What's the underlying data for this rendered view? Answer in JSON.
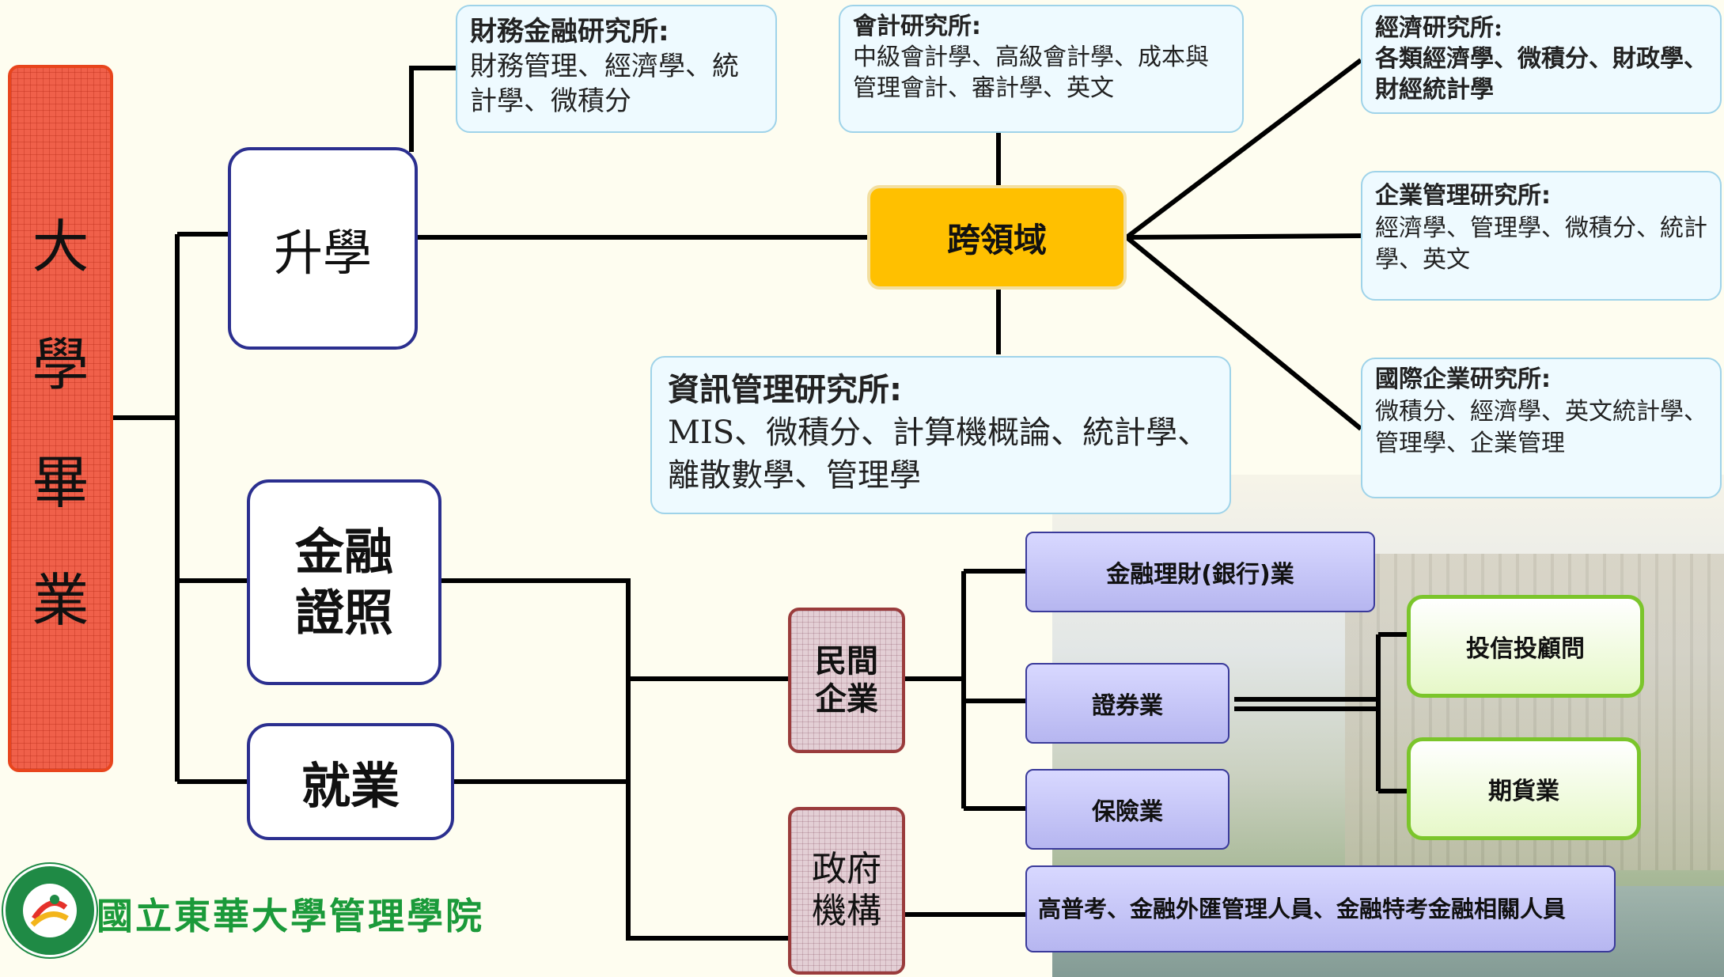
{
  "root": {
    "chars": [
      "大",
      "學",
      "畢",
      "業"
    ]
  },
  "branches": {
    "further_study": "升學",
    "finance_cert": [
      "金融",
      "證照"
    ],
    "employment": "就業"
  },
  "hub": {
    "label": "跨領域"
  },
  "grad_schools": {
    "finance": {
      "title": "財務金融研究所:",
      "body": "財務管理、經濟學、統計學、微積分"
    },
    "accounting": {
      "title": "會計研究所:",
      "body": "中級會計學、高級會計學、成本與管理會計、審計學、英文"
    },
    "economics": {
      "title": "經濟研究所:",
      "body": "各類經濟學、微積分、財政學、財經統計學"
    },
    "business": {
      "title": "企業管理研究所:",
      "body": "經濟學、管理學、微積分、統計學、英文"
    },
    "intl_business": {
      "title": "國際企業研究所:",
      "body": "微積分、經濟學、英文統計學、管理學、企業管理"
    },
    "info_mgmt": {
      "title": "資訊管理研究所:",
      "body": "MIS、微積分、計算機概論、統計學、離散數學、管理學"
    }
  },
  "sectors": {
    "private": [
      "民間",
      "企業"
    ],
    "government": [
      "政府",
      "機構"
    ]
  },
  "industries": {
    "banking": "金融理財(銀行)業",
    "securities": "證券業",
    "insurance": "保險業",
    "investment_trust": "投信投顧問",
    "futures": "期貨業",
    "government_jobs": "高普考、金融外匯管理人員、金融特考金融相關人員"
  },
  "footer": {
    "school_name": "國立東華大學管理學院"
  },
  "colors": {
    "connector": "#000000",
    "root_fill": "#f0604a",
    "hub_fill": "#ffc000",
    "grad_box_fill": "#eefaff",
    "node_border_navy": "#2b2f8f",
    "green_border": "#7bc52b",
    "logo_text": "#1b9a3a"
  }
}
